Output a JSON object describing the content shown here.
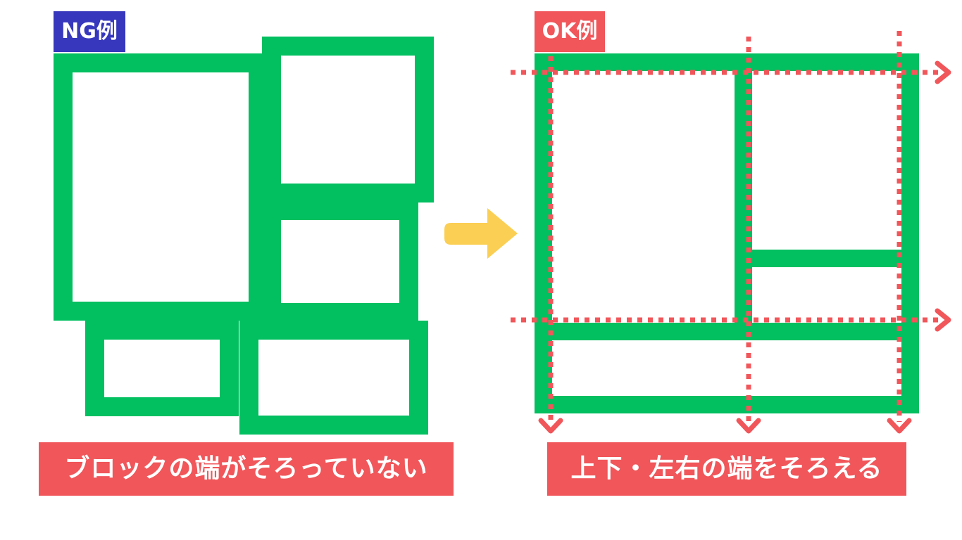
{
  "ng_panel": {
    "label": "NG例",
    "caption": "ブロックの端がそろっていない"
  },
  "ok_panel": {
    "label": "OK例",
    "caption": "上下・左右の端をそろえる"
  },
  "colors": {
    "block_green": "#02BF60",
    "ng_label_bg": "#3637BC",
    "accent_red": "#F0565A",
    "guide_red": "#F0565A",
    "arrow_yellow": "#FBCF54"
  },
  "icons": {
    "transition_arrow": "arrow-right-icon",
    "guide_arrowheads": [
      "chevron-right-icon",
      "chevron-down-icon"
    ]
  }
}
